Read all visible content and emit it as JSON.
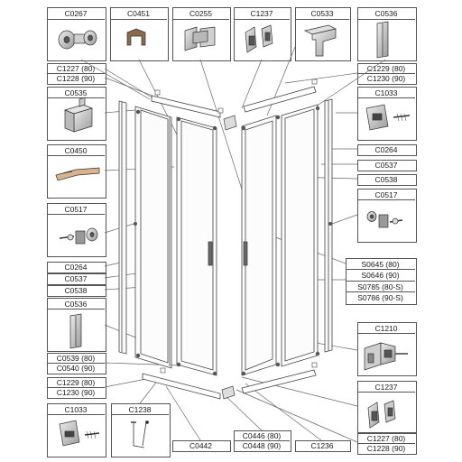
{
  "diagram": {
    "top_labels": [
      {
        "key": "c0267",
        "text": "C0267"
      },
      {
        "key": "c0451",
        "text": "C0451"
      },
      {
        "key": "c0255",
        "text": "C0255"
      },
      {
        "key": "c1237_top",
        "text": "C1237"
      },
      {
        "key": "c0533",
        "text": "C0533"
      },
      {
        "key": "c0536_top",
        "text": "C0536"
      }
    ],
    "left_labels": {
      "c1227_c1228": [
        "C1227 (80)",
        "C1228 (90)"
      ],
      "c0535": "C0535",
      "c0450": "C0450",
      "c0517": "C0517",
      "c0264": "C0264",
      "c0537": "C0537",
      "c0538": "C0538",
      "c0536": "C0536",
      "c0539_c0540": [
        "C0539 (80)",
        "C0540 (90)"
      ],
      "c1229_c1230": [
        "C1229 (80)",
        "C1230 (90)"
      ],
      "c1033": "C1033",
      "c1238": "C1238"
    },
    "right_labels": {
      "c1229_c1230": [
        "C1229 (80)",
        "C1230 (90)"
      ],
      "c1033": "C1033",
      "c0264": "C0264",
      "c0537": "C0537",
      "c0538": "C0538",
      "c0517": "C0517",
      "s_codes": [
        "S0645 (80)",
        "S0646 (90)",
        "S0785 (80-S)",
        "S0786 (90-S)"
      ],
      "c1210": "C1210",
      "c1237": "C1237",
      "c1227_c1228": [
        "C1227 (80)",
        "C1228 (90)"
      ]
    },
    "bottom_labels": {
      "c0442": "C0442",
      "c0446_c0448": [
        "C0446 (80)",
        "C0448 (90)"
      ],
      "c1236": "C1236"
    }
  }
}
